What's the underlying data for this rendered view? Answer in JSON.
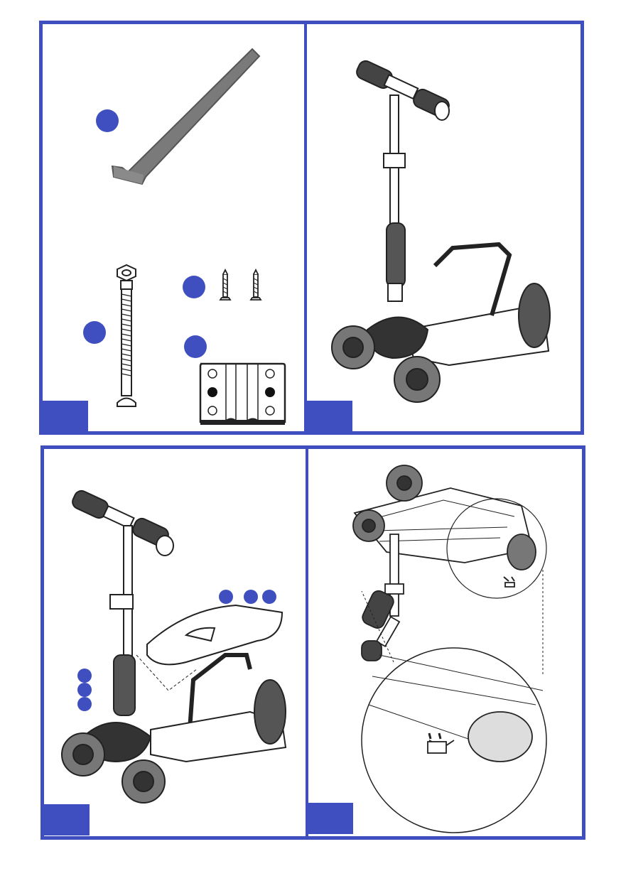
{
  "page": {
    "accent_color": "#3f4fbf",
    "line_color": "#222222",
    "background": "#ffffff"
  },
  "top_section": {
    "left_panel": {
      "items": [
        {
          "icon": "allen-key-icon",
          "marker": "part-marker"
        },
        {
          "icon": "long-bolt-icon",
          "marker": "part-marker"
        },
        {
          "icon": "screws-icon",
          "marker": "part-marker",
          "count": 2
        },
        {
          "icon": "bracket-plate-icon",
          "marker": "part-marker"
        }
      ]
    },
    "right_panel": {
      "illustration": "assembled-scooter-icon"
    }
  },
  "bottom_section": {
    "left_panel": {
      "illustration": "seat-attachment-icon",
      "marker_count": 6
    },
    "right_panel": {
      "illustration": "underside-detail-icon"
    }
  }
}
